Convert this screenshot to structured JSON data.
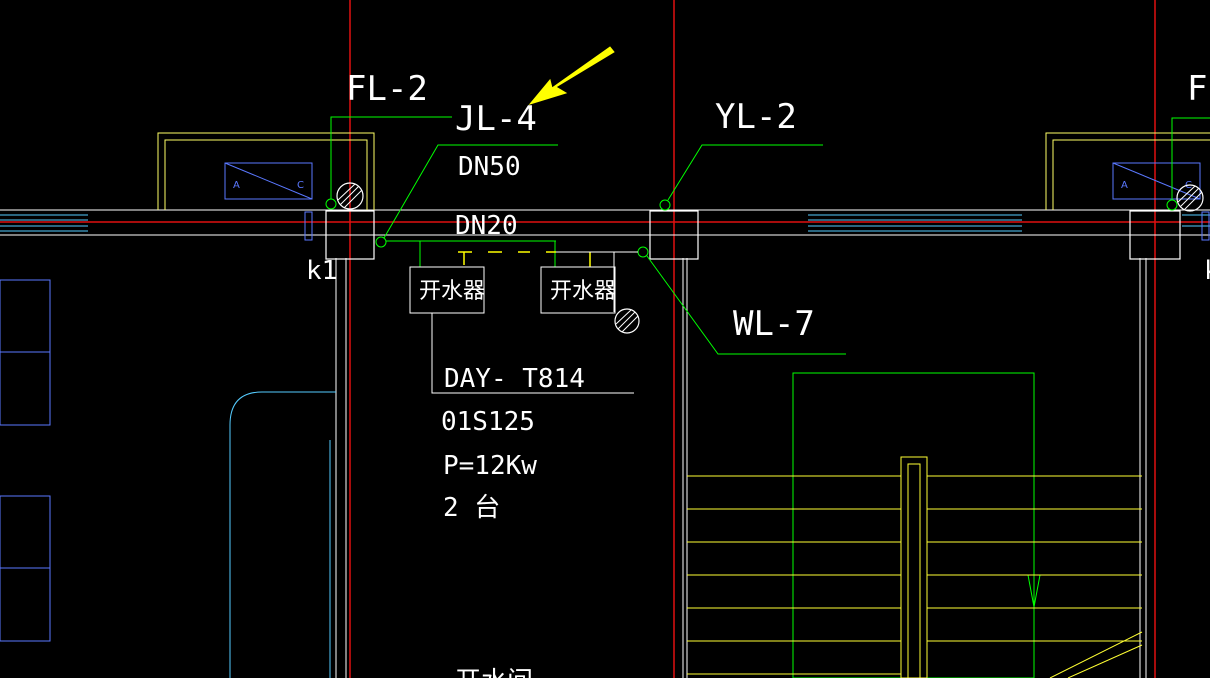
{
  "drawing": {
    "labels": {
      "fl2_left": "FL-2",
      "fl_right": "FL",
      "jl4": "JL-4",
      "yl2": "YL-2",
      "wl7": "WL-7",
      "dn50": "DN50",
      "dn20": "DN20",
      "k1": "k1",
      "k_right": "k"
    },
    "equipment": {
      "box1": "开水器",
      "box2": "开水器"
    },
    "spec_lines": {
      "model": "DAY- T814",
      "standard": "01S125",
      "power": "P=12Kw",
      "qty": "2 台"
    },
    "panel_marks": {
      "a_left": "A",
      "c_left": "C",
      "a_right": "A",
      "c_right": "C"
    },
    "bottom_partial": "开水间"
  },
  "colors": {
    "background": "#000000",
    "axis_red": "#e01010",
    "wall_white": "#ffffff",
    "pipe_green": "#00ff00",
    "stair_yellow": "#ffff33",
    "furniture_blue": "#5a78ff",
    "arrow_yellow": "#ffff00",
    "door_cyan": "#55ccff"
  }
}
